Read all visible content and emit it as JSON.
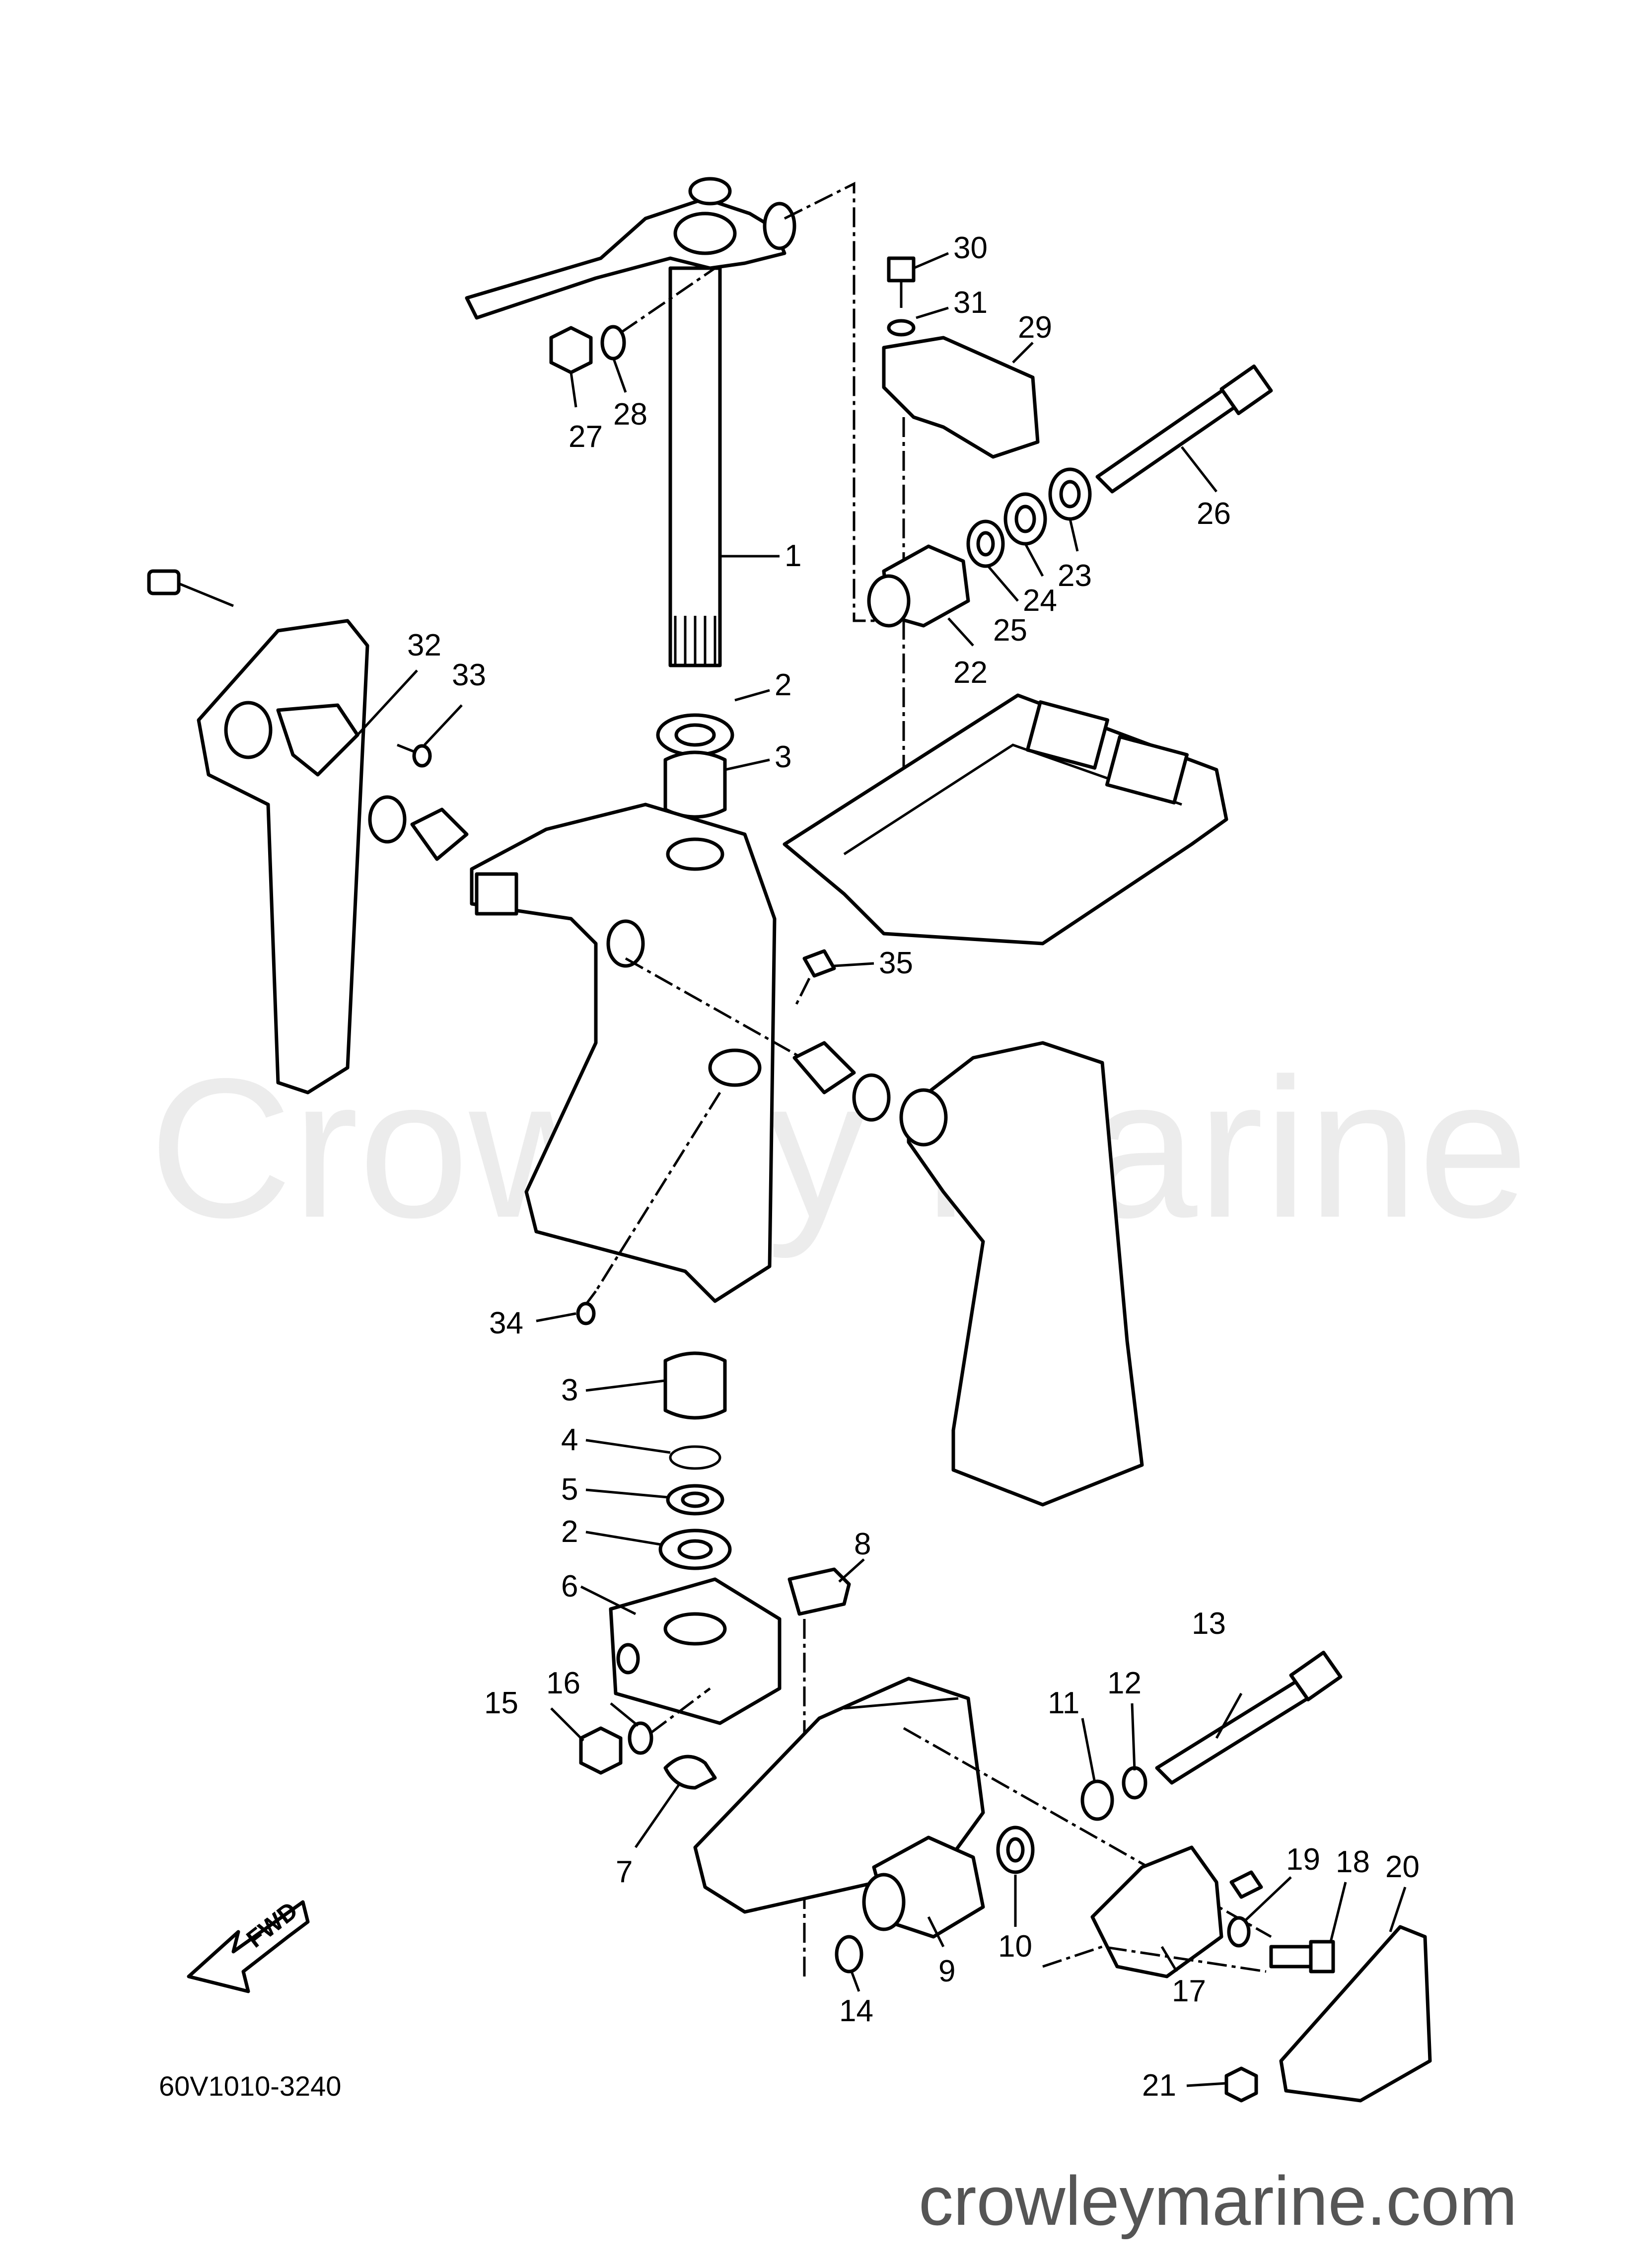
{
  "diagram_code": "60V1010-3240",
  "watermark": "Crowley Marine",
  "site": "crowleymarine.com",
  "fwd_label": "FWD",
  "callouts": {
    "c1": "1",
    "c2a": "2",
    "c3a": "3",
    "c2b": "2",
    "c3b": "3",
    "c4": "4",
    "c5": "5",
    "c6": "6",
    "c7": "7",
    "c8": "8",
    "c9": "9",
    "c10": "10",
    "c11": "11",
    "c12": "12",
    "c13": "13",
    "c14": "14",
    "c15": "15",
    "c16": "16",
    "c17": "17",
    "c18": "18",
    "c19": "19",
    "c20": "20",
    "c21": "21",
    "c22": "22",
    "c23": "23",
    "c24": "24",
    "c25": "25",
    "c26": "26",
    "c27": "27",
    "c28": "28",
    "c29": "29",
    "c30": "30",
    "c31": "31",
    "c32": "32",
    "c33": "33",
    "c34": "34",
    "c35": "35"
  }
}
